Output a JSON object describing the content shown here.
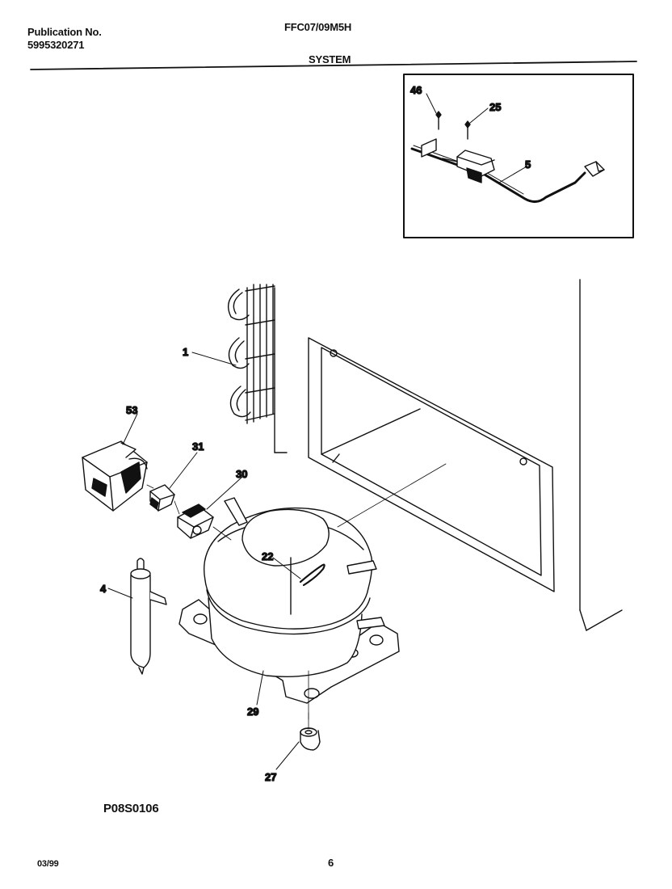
{
  "header": {
    "publication_label": "Publication No.",
    "publication_number": "5995320271",
    "model": "FFC07/09M5H",
    "section": "SYSTEM"
  },
  "callouts": {
    "c1": "1",
    "c4": "4",
    "c5": "5",
    "c22": "22",
    "c25": "25",
    "c27": "27",
    "c29": "29",
    "c30": "30",
    "c31": "31",
    "c46": "46",
    "c53": "53"
  },
  "diagram_code": "P08S0106",
  "footer": {
    "date": "03/99",
    "page": "6"
  }
}
